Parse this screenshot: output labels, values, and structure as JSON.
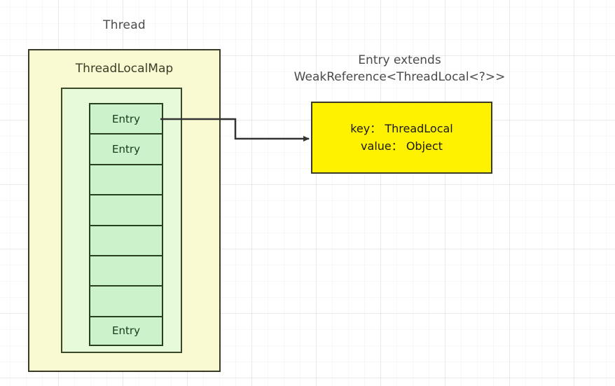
{
  "diagram": {
    "thread": {
      "label": "Thread",
      "box_color": "#FAFAD2",
      "border_color": "#3A3A28"
    },
    "threadlocalmap": {
      "label": "ThreadLocalMap",
      "box_color": "#E8FBD9",
      "border_color": "#3A4A28"
    },
    "entry_table": {
      "cell_color": "#CCF2CC",
      "border_color": "#27411F",
      "cell_count": 8,
      "cells": [
        {
          "label": "Entry"
        },
        {
          "label": "Entry"
        },
        {
          "label": ""
        },
        {
          "label": ""
        },
        {
          "label": ""
        },
        {
          "label": ""
        },
        {
          "label": ""
        },
        {
          "label": "Entry"
        }
      ]
    },
    "connector": {
      "kind": "elbow-arrow",
      "from": "entry-cell-1",
      "to": "entry-detail-box",
      "color": "#333333"
    },
    "entry_caption": {
      "line1": "Entry extends",
      "line2": "WeakReference<ThreadLocal<?>>"
    },
    "entry_detail": {
      "box_color": "#FFF200",
      "border_color": "#3A3A28",
      "key_line": "key： ThreadLocal",
      "value_line": "value： Object"
    }
  }
}
